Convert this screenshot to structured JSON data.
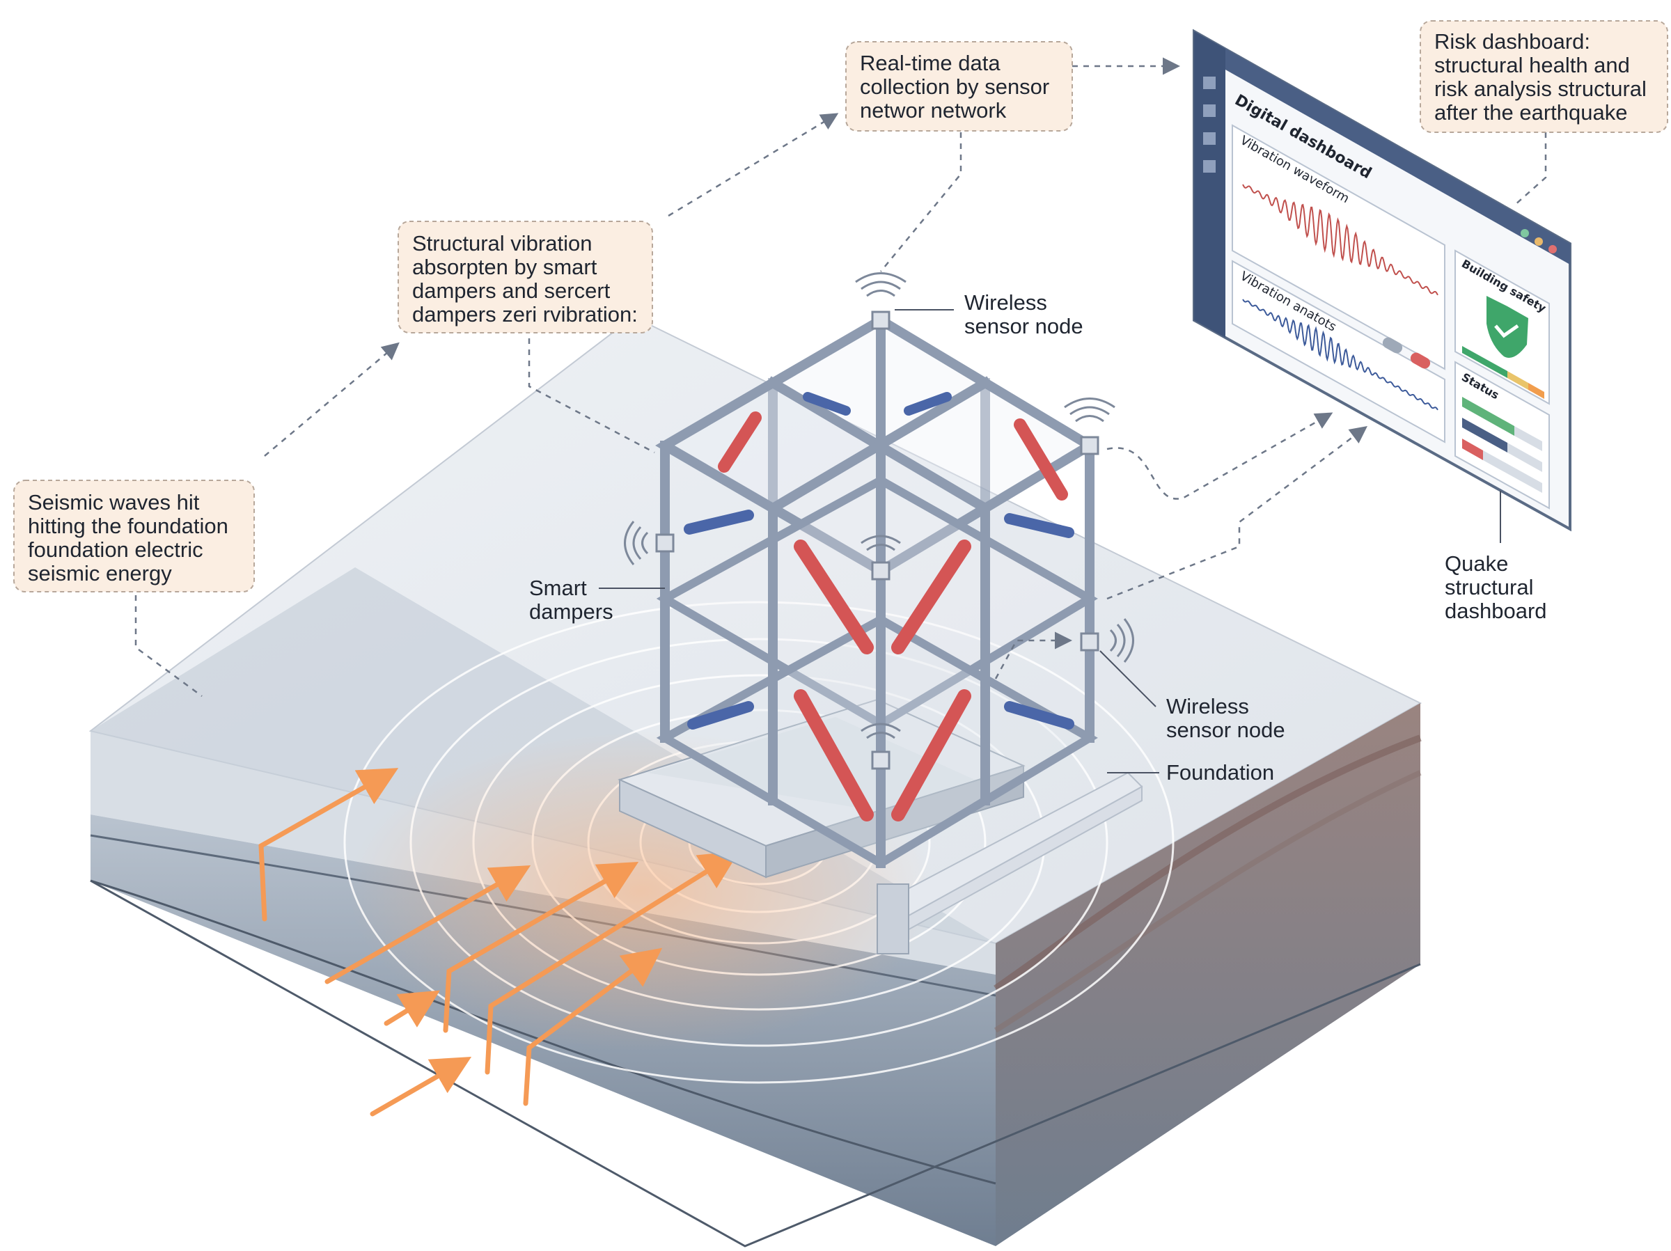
{
  "callouts": {
    "seismic": [
      "Seismic waves hit",
      "hitting the foundation",
      "foundation electric",
      "seismic energy"
    ],
    "vibration": [
      "Structural vibration",
      "absorpten by smart",
      "dampers and sercert",
      "dampers zeri rvibration:"
    ],
    "realtime": [
      "Real-time data",
      "collection by sensor",
      "networ network"
    ],
    "risk": [
      "Risk dashboard:",
      "structural health and",
      "risk analysis structural",
      "after the earthquake"
    ]
  },
  "labels": {
    "sensor_top": [
      "Wireless",
      "sensor node"
    ],
    "smart_dampers": [
      "Smart",
      "dampers"
    ],
    "sensor_mid": [
      "Wireless",
      "sensor node"
    ],
    "foundation": "Foundation",
    "quake_dashboard": [
      "Quake",
      "structural",
      "dashboard"
    ]
  },
  "dashboard": {
    "title": "Digital dashboard",
    "waveform_title": "Vibration waveform",
    "analysis_title": "Vibration anatots",
    "safety_title": "Building safety",
    "status_title": "Status"
  },
  "colors": {
    "wave_arrow": "#f59a55",
    "damper_red": "#d45555",
    "damper_blue": "#4a66a8",
    "frame": "#8e9bb0",
    "callout_bg": "#fbeee2",
    "callout_border": "#b7a79a",
    "waveform_red": "#c0504d",
    "waveform_blue": "#3c5a9a",
    "shield_green": "#3fa66a"
  }
}
